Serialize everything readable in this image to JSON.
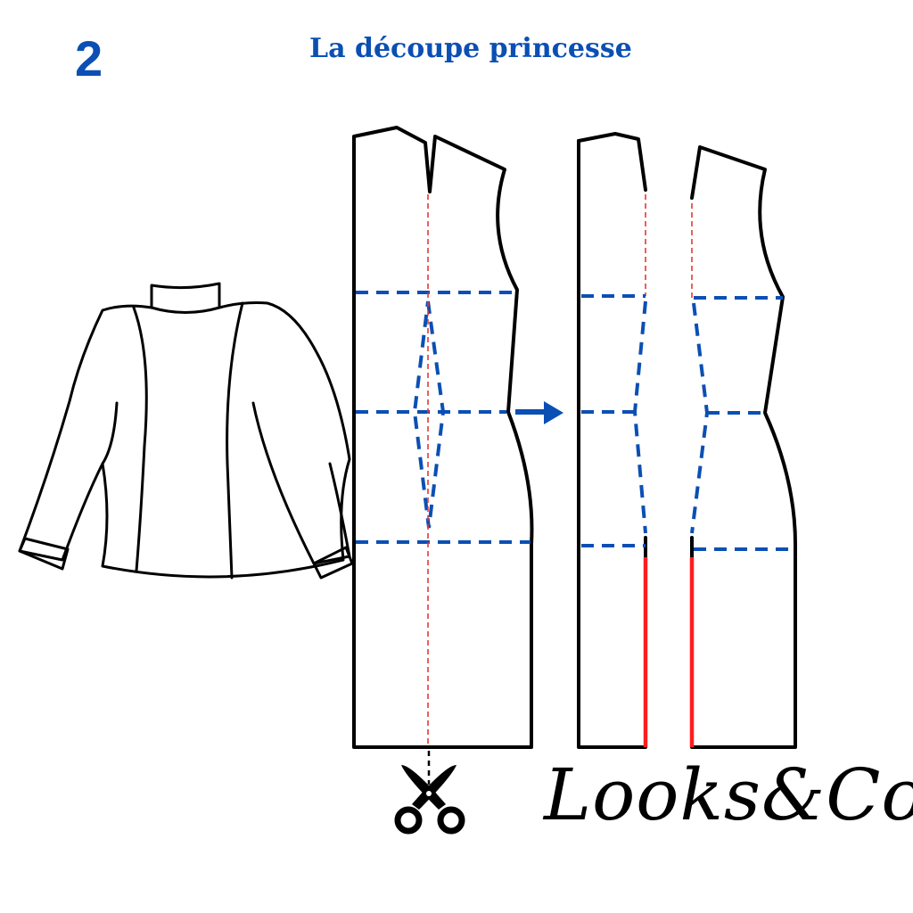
{
  "header": {
    "step_number": "2",
    "title": "La découpe princesse"
  },
  "footer": {
    "brand": "Looks&Co"
  },
  "colors": {
    "accent_blue": "#0b4fb4",
    "seam_red": "#ff1e1e",
    "outline": "#000000"
  },
  "icons": {
    "scissors": "scissors-icon",
    "arrow": "arrow-right-icon"
  }
}
